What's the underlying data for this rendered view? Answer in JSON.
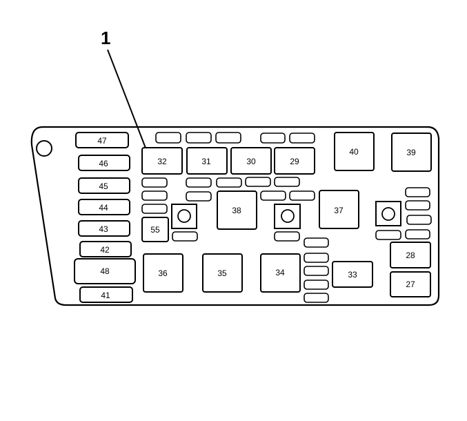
{
  "callout": {
    "number": "1"
  },
  "fuses_left": [
    "47",
    "46",
    "45",
    "44",
    "43",
    "42",
    "48",
    "41"
  ],
  "top_row": [
    "32",
    "31",
    "30",
    "29"
  ],
  "top_right": [
    "40",
    "39"
  ],
  "middle": [
    "38",
    "37"
  ],
  "small_left": "55",
  "bottom_row": [
    "36",
    "35",
    "34",
    "33"
  ],
  "right_col": [
    "28",
    "27"
  ]
}
